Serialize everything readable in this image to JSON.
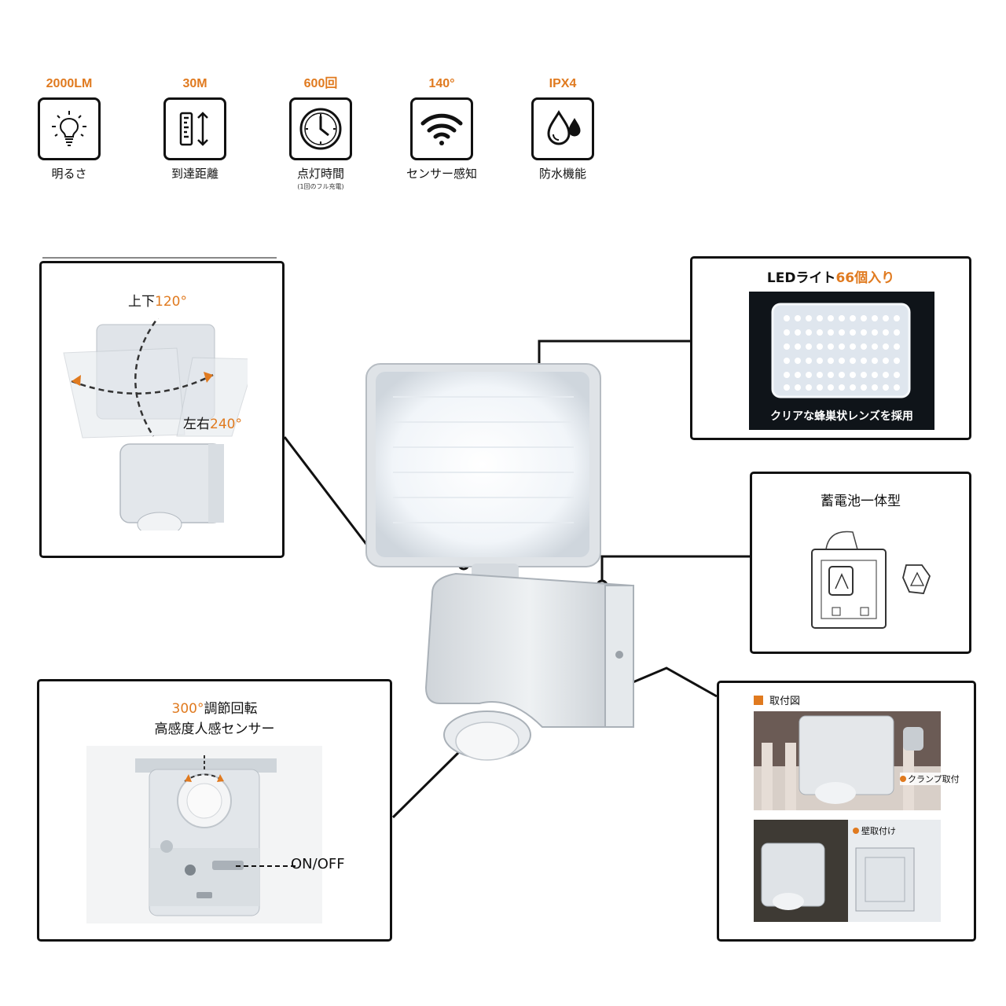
{
  "specs": [
    {
      "value": "2000LM",
      "label": "明るさ",
      "sub": "",
      "icon": "bulb-icon"
    },
    {
      "value": "30M",
      "label": "到達距離",
      "sub": "",
      "icon": "distance-icon"
    },
    {
      "value": "600回",
      "label": "点灯時間",
      "sub": "(1回のフル充電)",
      "icon": "clock-icon"
    },
    {
      "value": "140°",
      "label": "センサー感知",
      "sub": "",
      "icon": "wifi-signal-icon"
    },
    {
      "value": "IPX4",
      "label": "防水機能",
      "sub": "",
      "icon": "water-drop-icon"
    }
  ],
  "rotation_panel": {
    "vertical_prefix": "上下",
    "vertical_angle": "120°",
    "horizontal_prefix": "左右",
    "horizontal_angle": "240°"
  },
  "led_panel": {
    "title_prefix": "LEDライト",
    "title_count": "66個入り",
    "caption": "クリアな蜂巣状レンズを採用"
  },
  "battery_panel": {
    "title": "蓄電池一体型"
  },
  "sensor_panel": {
    "angle": "300°",
    "title_suffix": "調節回転",
    "title2": "高感度人感センサー",
    "switch_label": "ON/OFF"
  },
  "mount_panel": {
    "title": "取付図",
    "clamp_label": "クランプ取付",
    "wall_label": "壁取付け"
  },
  "colors": {
    "accent": "#e07a1f",
    "border": "#111111"
  }
}
